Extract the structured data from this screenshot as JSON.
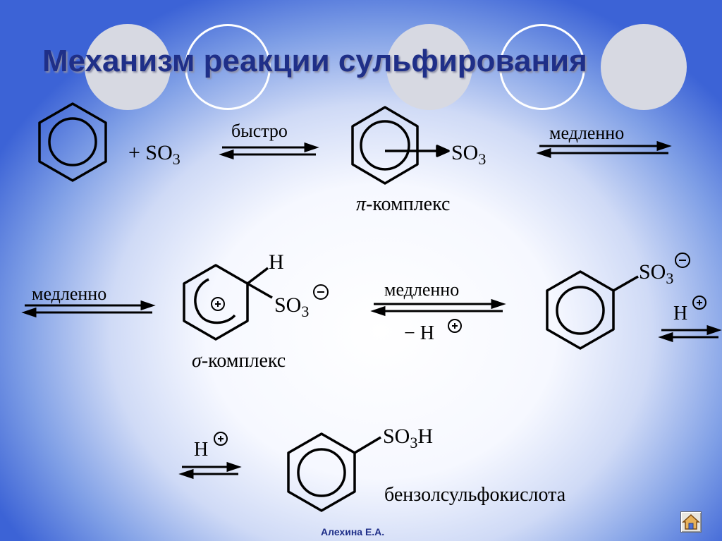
{
  "slide": {
    "title": "Механизм реакции сульфирования",
    "author": "Алехина Е.А."
  },
  "reaction": {
    "plus_so3": "+ SO",
    "so3_sub": "3",
    "fast": "быстро",
    "slow": "медленно",
    "so3": "SO",
    "pi_symbol": "π",
    "pi_complex": "-комплекс",
    "h_label": "H",
    "sigma_symbol": "σ",
    "sigma_complex": "-комплекс",
    "minus_h": "− H",
    "h_plus": "H",
    "so3h": "SO",
    "so3h_tail": "H",
    "product_name": "бензолсульфокислота"
  },
  "icons": {
    "home": "home-icon"
  }
}
